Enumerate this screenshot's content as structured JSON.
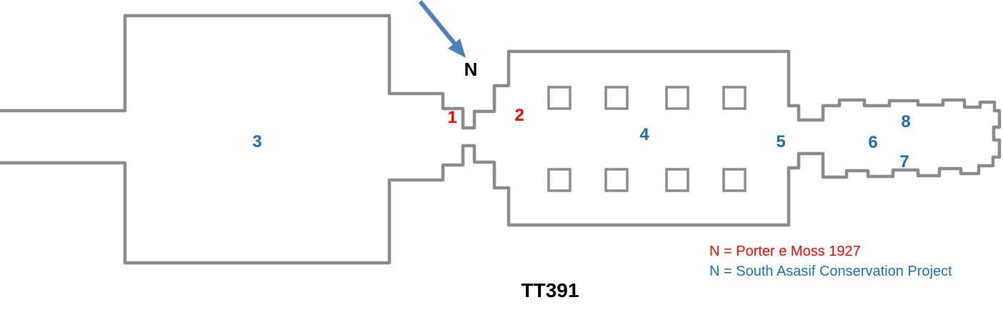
{
  "title": "TT391",
  "compass": {
    "north": "N"
  },
  "rooms": {
    "r1": "1",
    "r2": "2",
    "r3": "3",
    "r4": "4",
    "r5": "5",
    "r6": "6",
    "r7": "7",
    "r8": "8"
  },
  "legend": {
    "porter_moss": "N = Porter e Moss 1927",
    "south_asasif": "N = South Asasif Conservation Project"
  },
  "colors": {
    "wall": "#8c8c8c",
    "red": "#fe0000",
    "blue": "#1f6eb5",
    "arrow": "#4f81bd",
    "ink": "#000000"
  }
}
